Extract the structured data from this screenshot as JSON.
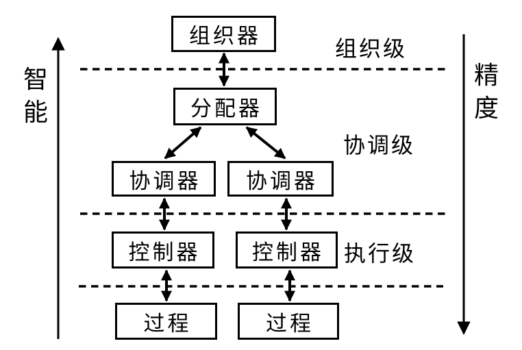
{
  "diagram": {
    "boxes": [
      {
        "id": "organizer",
        "label": "组织器"
      },
      {
        "id": "dispatcher",
        "label": "分配器"
      },
      {
        "id": "coordinator_left",
        "label": "协调器"
      },
      {
        "id": "coordinator_right",
        "label": "协调器"
      },
      {
        "id": "controller_left",
        "label": "控制器"
      },
      {
        "id": "controller_right",
        "label": "控制器"
      },
      {
        "id": "process_left",
        "label": "过程"
      },
      {
        "id": "process_right",
        "label": "过程"
      }
    ],
    "levels": [
      {
        "id": "organization",
        "label": "组织级"
      },
      {
        "id": "coordination",
        "label": "协调级"
      },
      {
        "id": "execution",
        "label": "执行级"
      }
    ],
    "left_axis": {
      "label": "智能",
      "direction": "up"
    },
    "right_axis": {
      "label": "精度",
      "direction": "down"
    },
    "colors": {
      "line": "#000000",
      "background": "#ffffff"
    }
  }
}
